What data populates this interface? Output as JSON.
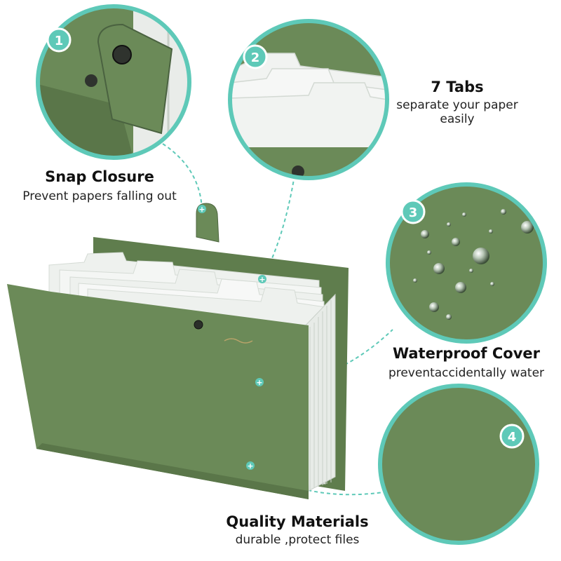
{
  "colors": {
    "accent_teal": "#5ec9b8",
    "folder_green": "#6b8a58",
    "folder_green_dark": "#5a7649",
    "tab_white": "#f2f4f2",
    "text": "#111111"
  },
  "features": [
    {
      "number": "1",
      "title": "Snap Closure",
      "subtitle": "Prevent papers falling out",
      "icon": "snap-button-icon"
    },
    {
      "number": "2",
      "title": "7 Tabs",
      "subtitle_line1": "separate your paper",
      "subtitle_line2": "easily",
      "icon": "tabs-icon"
    },
    {
      "number": "3",
      "title": "Waterproof Cover",
      "subtitle": "preventaccidentally water",
      "icon": "water-drop-icon"
    },
    {
      "number": "4",
      "title": "Quality Materials",
      "subtitle": "durable ,protect files",
      "icon": "material-swatch-icon"
    }
  ],
  "marker_glyph": "+"
}
